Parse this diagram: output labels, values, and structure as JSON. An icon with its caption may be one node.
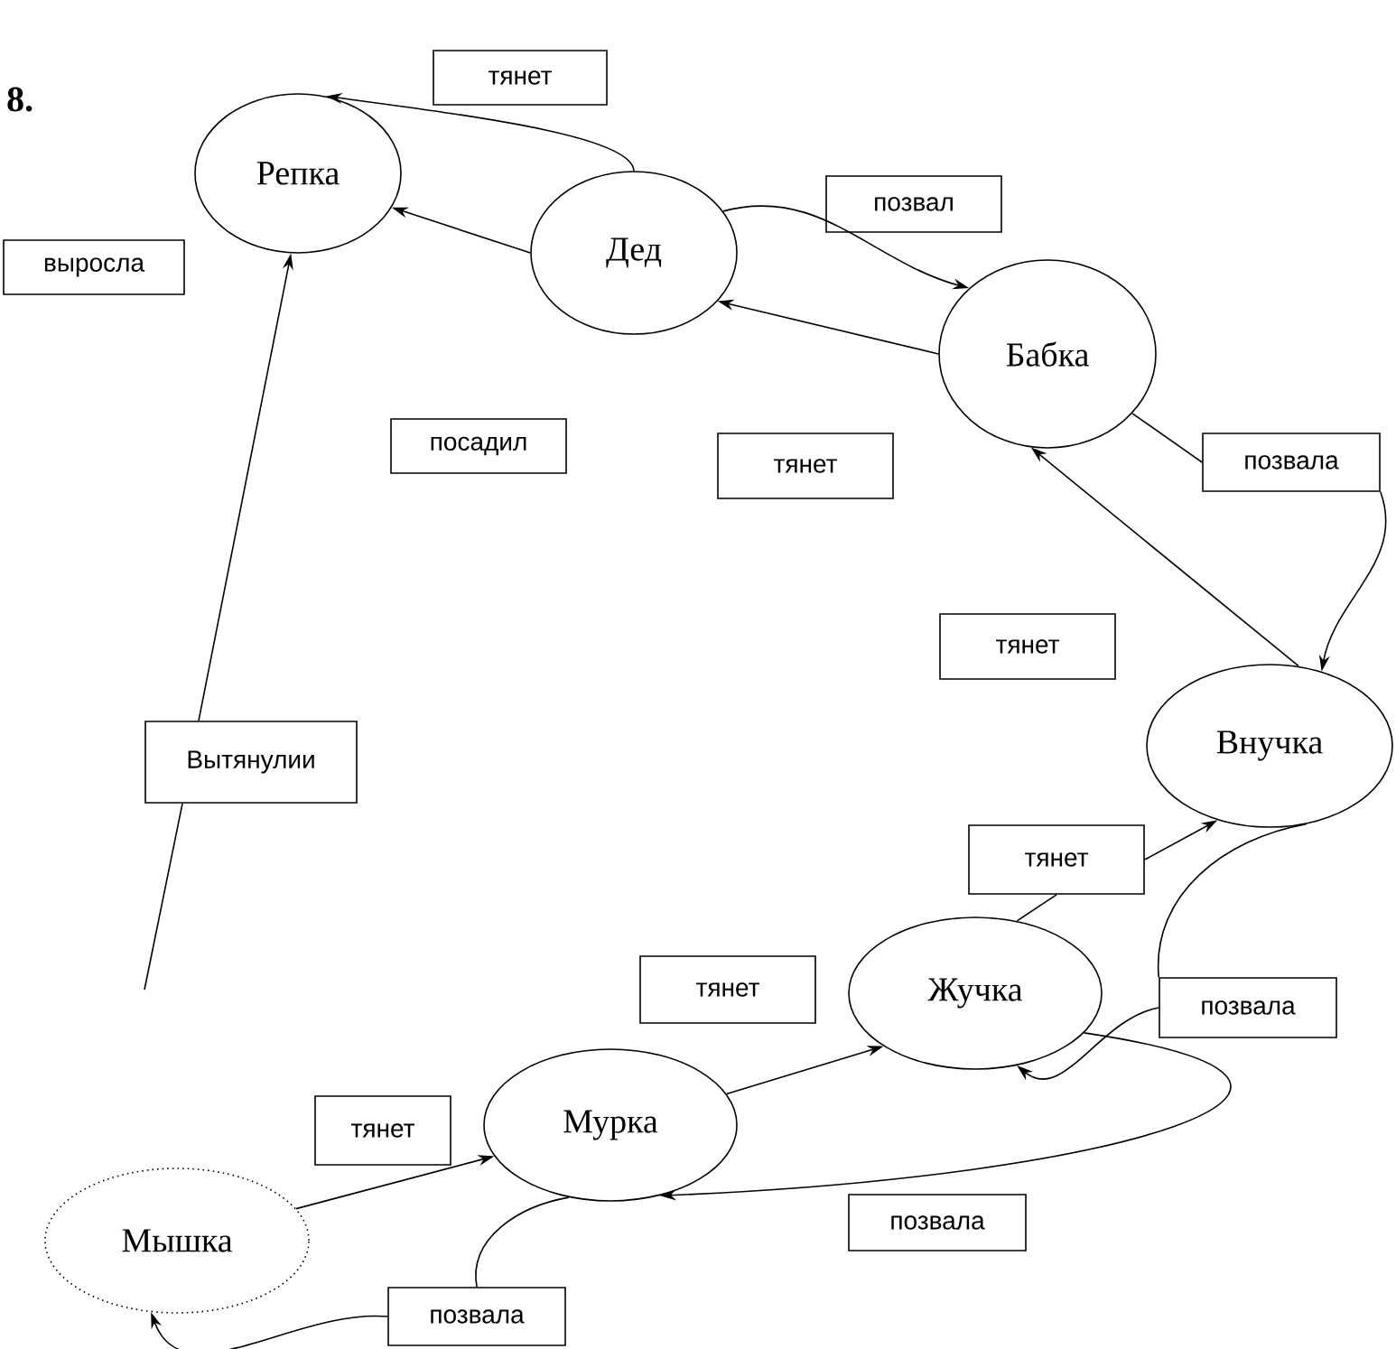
{
  "diagram": {
    "nodes": [
      {
        "text": [
          "Репка"
        ]
      },
      {
        "text": [
          "тянет"
        ]
      },
      {
        "text": [
          "выросла"
        ]
      },
      {
        "text": [
          "Дед"
        ]
      },
      {
        "text": [
          "позвал"
        ]
      },
      {
        "text": [
          "Бабка"
        ]
      },
      {
        "text": [
          "посадил"
        ]
      },
      {
        "text": [
          "тянет"
        ]
      },
      {
        "text": [
          "позвала"
        ]
      },
      {
        "text": [
          "тянет"
        ]
      },
      {
        "text": [
          "Внучка"
        ]
      },
      {
        "text": [
          "Вытянулии"
        ]
      },
      {
        "text": [
          "тянет"
        ]
      },
      {
        "text": [
          "Жучка"
        ]
      },
      {
        "text": [
          "тянет"
        ]
      },
      {
        "text": [
          "позвала"
        ]
      },
      {
        "text": [
          "Мурка"
        ]
      },
      {
        "text": [
          "тянет"
        ]
      },
      {
        "text": [
          "Мышка"
        ]
      },
      {
        "text": [
          "позвала"
        ]
      },
      {
        "text": [
          "позвала"
        ]
      }
    ],
    "edges": [
      {
        "from": 3,
        "to": 0,
        "arrow": "to"
      },
      {
        "from": 3,
        "to": 0,
        "arrow": "to"
      },
      {
        "from": 3,
        "to": 5,
        "arrow": "to"
      },
      {
        "from": 5,
        "to": 3,
        "arrow": "to"
      },
      {
        "from": 5,
        "to": 8,
        "arrow": "none"
      },
      {
        "from": 8,
        "to": 10,
        "arrow": "to"
      },
      {
        "from": 10,
        "to": 5,
        "arrow": "to"
      },
      {
        "from": 13,
        "to": 12,
        "arrow": "none"
      },
      {
        "from": 12,
        "to": 10,
        "arrow": "to"
      },
      {
        "from": 10,
        "to": 15,
        "arrow": "none"
      },
      {
        "from": 15,
        "to": 13,
        "arrow": "to"
      },
      {
        "from": 16,
        "to": 13,
        "arrow": "to"
      },
      {
        "from": 13,
        "to": 16,
        "arrow": "to"
      },
      {
        "from": 18,
        "to": 16,
        "arrow": "to"
      },
      {
        "from": 16,
        "to": 20,
        "arrow": "none"
      },
      {
        "from": 20,
        "to": 18,
        "arrow": "to"
      },
      {
        "from": null,
        "to": 11,
        "arrow": "none"
      },
      {
        "from": 11,
        "to": 0,
        "arrow": "to"
      }
    ],
    "labels": [
      "8."
    ]
  }
}
